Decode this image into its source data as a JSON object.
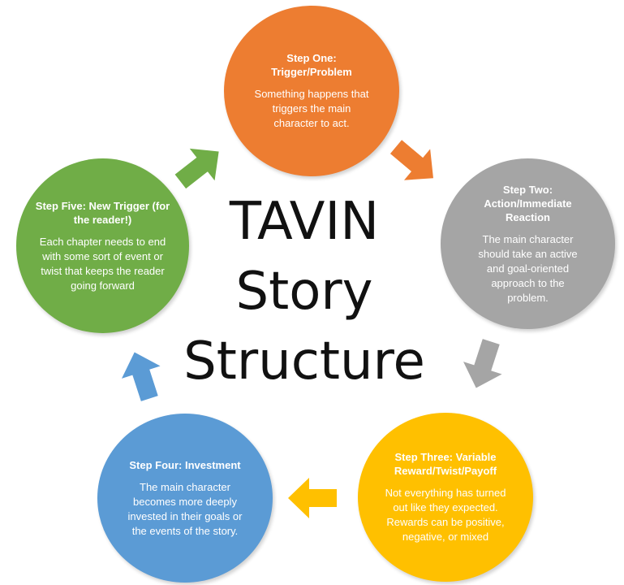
{
  "center": {
    "line1": "TAVIN",
    "line2": "Story",
    "line3": "Structure"
  },
  "steps": [
    {
      "title": "Step One: Trigger/Problem",
      "body": "Something happens that triggers the main character to act.",
      "color": "#ED7D31"
    },
    {
      "title": "Step Two: Action/Immediate Reaction",
      "body": "The main character should take an active and goal-oriented approach to the problem.",
      "color": "#A5A5A5"
    },
    {
      "title": "Step Three: Variable Reward/Twist/Payoff",
      "body": "Not everything has turned out like they expected. Rewards can be positive, negative, or mixed",
      "color": "#FFC000"
    },
    {
      "title": "Step Four: Investment",
      "body": "The main character becomes more deeply invested in their goals or the events of the story.",
      "color": "#5B9BD5"
    },
    {
      "title": "Step Five: New Trigger (for the reader!)",
      "body": "Each chapter needs to end with some sort of event or twist that keeps the reader going forward",
      "color": "#70AD47"
    }
  ],
  "arrows": [
    {
      "name": "arrow-one-to-two",
      "color": "#ED7D31"
    },
    {
      "name": "arrow-two-to-three",
      "color": "#A5A5A5"
    },
    {
      "name": "arrow-three-to-four",
      "color": "#FFC000"
    },
    {
      "name": "arrow-four-to-five",
      "color": "#5B9BD5"
    },
    {
      "name": "arrow-five-to-one",
      "color": "#70AD47"
    }
  ]
}
